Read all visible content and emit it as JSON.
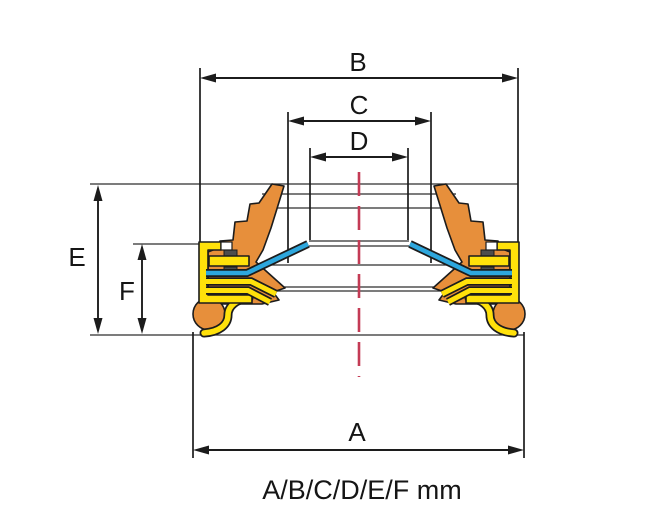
{
  "figure": {
    "caption": "A/B/C/D/E/F mm",
    "dimension_labels": {
      "A": "A",
      "B": "B",
      "C": "C",
      "D": "D",
      "E": "E",
      "F": "F"
    },
    "colors": {
      "outline": "#1c1c1c",
      "profile_line": "#2e2e2e",
      "casing_yellow": "#ffe10a",
      "rubber_orange": "#e78f3b",
      "liner_blue": "#2ea7dd",
      "clip_gray": "#4d4d4d",
      "centerline_red": "#c43b55",
      "background": "#ffffff"
    }
  }
}
